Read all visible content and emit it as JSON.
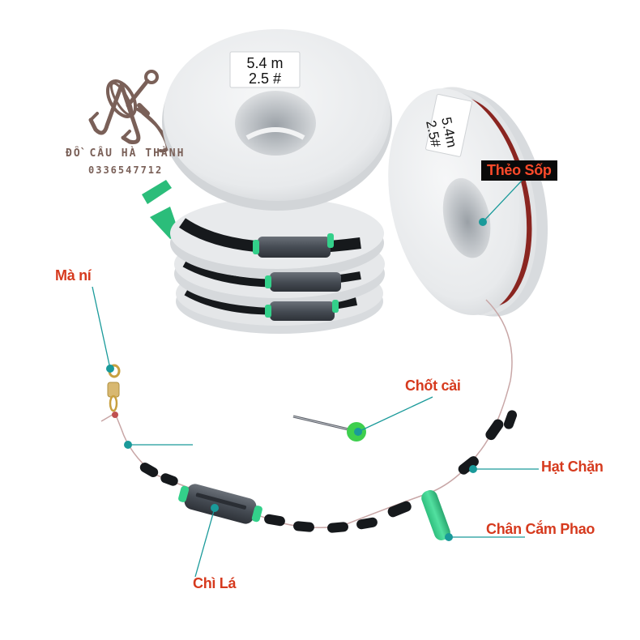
{
  "brand": {
    "name": "ĐỒ CÂU HÀ THÀNH",
    "phone": "0336547712",
    "logo_icon": "anchor-hook-rope-icon",
    "color": "#7a6058"
  },
  "spools": [
    {
      "length": "5.4 m",
      "size": "2.5 #"
    },
    {
      "length": "5.4m",
      "size": "2.5#"
    }
  ],
  "annotations": {
    "theo_sop": "Thẻo Sốp",
    "ma_ni": "Mà ní",
    "chot_cai": "Chốt cài",
    "hat_chan": "Hạt Chặn",
    "chan_cam_phao": "Chân Cắm Phao",
    "chi_la": "Chì Lá"
  },
  "colors": {
    "label_text": "#d63a1e",
    "leader_line": "#1a9a9a",
    "float_green": "#3ecf8e",
    "lead_gray": "#4a5058",
    "bead_black": "#16191c",
    "spool_white": "#eef0f2",
    "line_red": "#9a2a22"
  }
}
